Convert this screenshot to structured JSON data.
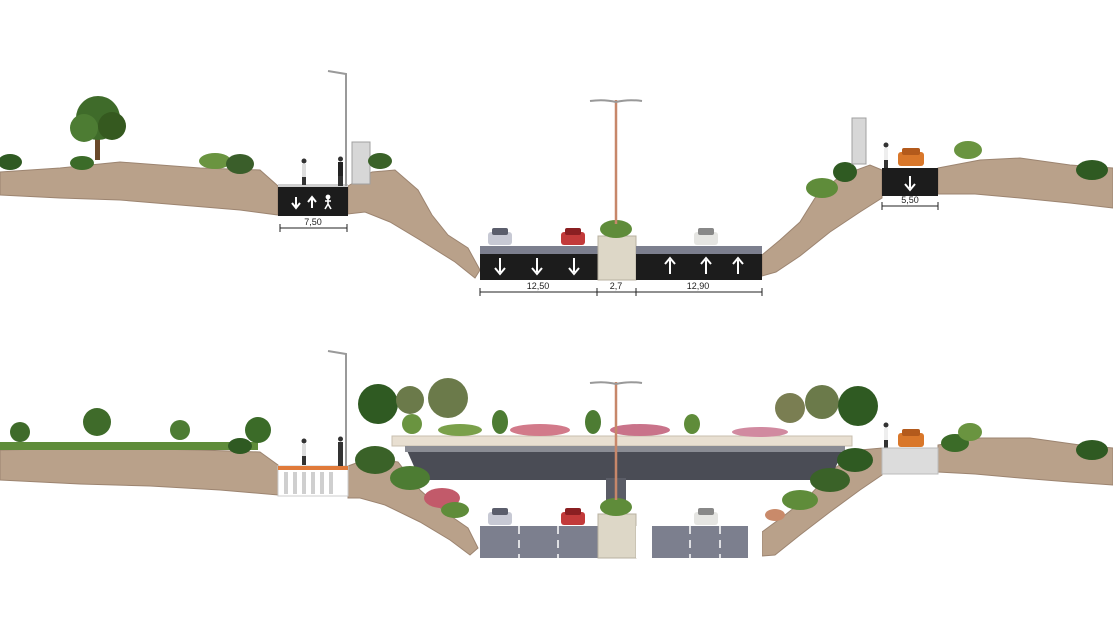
{
  "sections": [
    {
      "id": "existing",
      "dimensions": {
        "left_walkway": "7,50",
        "carriageway_left": "12,50",
        "median": "2,7",
        "carriageway_right": "12,90",
        "right_lane": "5,50"
      },
      "lane_arrows": {
        "left_walkway": [
          "down",
          "up",
          "pedestrian"
        ],
        "carriageway_left": [
          "down",
          "down",
          "down"
        ],
        "carriageway_right": [
          "up",
          "up",
          "up"
        ],
        "right_lane": [
          "down"
        ]
      }
    },
    {
      "id": "proposed",
      "elements": [
        "green-bridge",
        "crosswalk",
        "lane-markings"
      ]
    }
  ],
  "colors": {
    "soil": "#b9a18a",
    "soil_dark": "#9c8470",
    "asphalt": "#1c1c1c",
    "road_grey": "#7c7f8e",
    "median": "#ddd7c7",
    "tree": "#3f6b2a",
    "shrub": "#5f8c3a",
    "bridge_deck": "#e8dfd1",
    "bridge_under": "#4a4c55",
    "crosswalk": "#e07a3a"
  }
}
